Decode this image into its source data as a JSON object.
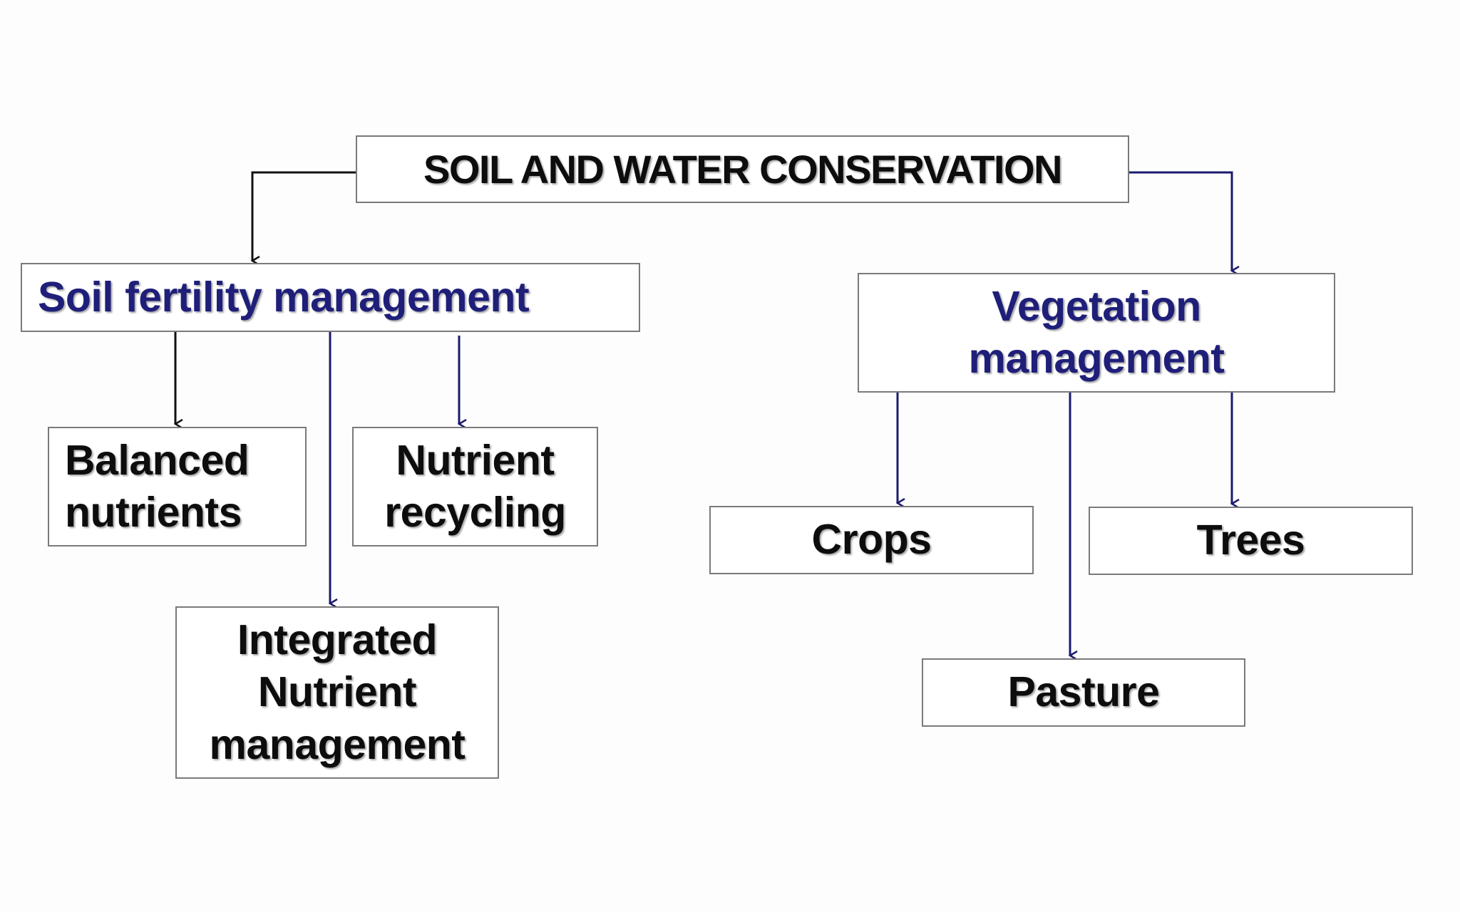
{
  "colors": {
    "page_background": "#fdfdfd",
    "box_border": "#7a7a7a",
    "root_text": "#0d0d0d",
    "category_text": "#1f1f7a",
    "leaf_text": "#0d0d0d",
    "connector_black": "#111111",
    "connector_navy": "#1a1a6e"
  },
  "root": {
    "label": "SOIL AND WATER CONSERVATION"
  },
  "soil_fertility": {
    "label": "Soil fertility management",
    "children": {
      "balanced": {
        "line1": "Balanced",
        "line2": "nutrients"
      },
      "recycling": {
        "line1": "Nutrient",
        "line2": "recycling"
      },
      "integrated": {
        "line1": "Integrated",
        "line2": "Nutrient",
        "line3": "management"
      }
    }
  },
  "vegetation": {
    "line1": "Vegetation",
    "line2": "management",
    "children": {
      "crops": {
        "label": "Crops"
      },
      "trees": {
        "label": "Trees"
      },
      "pasture": {
        "label": "Pasture"
      }
    }
  }
}
